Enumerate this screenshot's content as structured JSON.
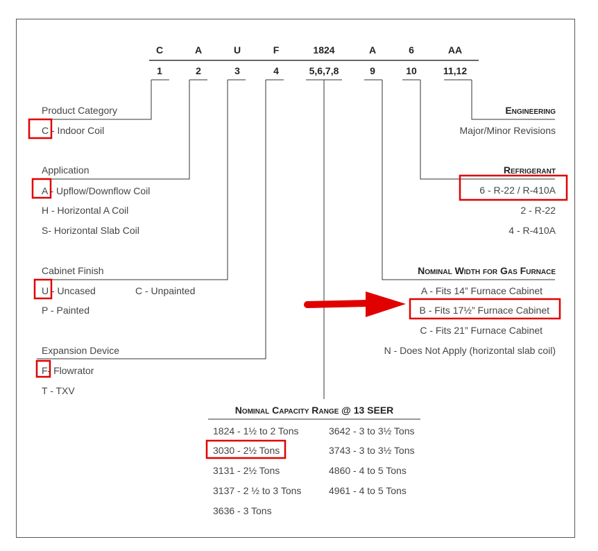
{
  "code_letters": [
    "C",
    "A",
    "U",
    "F",
    "1824",
    "A",
    "6",
    "AA"
  ],
  "position_numbers": [
    "1",
    "2",
    "3",
    "4",
    "5,6,7,8",
    "9",
    "10",
    "11,12"
  ],
  "left": {
    "product_category": {
      "heading": "Product Category",
      "options": [
        "C - Indoor Coil"
      ]
    },
    "application": {
      "heading": "Application",
      "options": [
        "A - Upflow/Downflow Coil",
        "H - Horizontal A Coil",
        "S- Horizontal Slab Coil"
      ]
    },
    "cabinet_finish": {
      "heading": "Cabinet Finish",
      "options": [
        "U - Uncased",
        "C - Unpainted",
        "P - Painted"
      ]
    },
    "expansion_device": {
      "heading": "Expansion Device",
      "options": [
        "F- Flowrator",
        "T - TXV"
      ]
    }
  },
  "right": {
    "engineering": {
      "heading": "Engineering",
      "options": [
        "Major/Minor Revisions"
      ]
    },
    "refrigerant": {
      "heading": "Refrigerant",
      "options": [
        "6 - R-22 / R-410A",
        "2 - R-22",
        "4 - R-410A"
      ]
    },
    "nominal_width": {
      "heading": "Nominal Width for Gas Furnace",
      "options": [
        "A - Fits 14” Furnace Cabinet",
        "B - Fits 17½” Furnace Cabinet",
        "C - Fits 21” Furnace Cabinet",
        "N - Does Not Apply (horizontal slab coil)"
      ]
    }
  },
  "capacity": {
    "heading": "Nominal Capacity Range @ 13 SEER",
    "col1": [
      "1824 - 1½ to 2 Tons",
      "3030 - 2½ Tons",
      "3131 - 2½ Tons",
      "3137 - 2 ½ to 3 Tons",
      "3636 - 3 Tons"
    ],
    "col2": [
      "3642 - 3 to 3½ Tons",
      "3743 - 3 to 3½ Tons",
      "4860 - 4 to 5 Tons",
      "4961 - 4 to 5 Tons"
    ]
  },
  "colors": {
    "highlight": "#e00000",
    "line": "#333333"
  }
}
